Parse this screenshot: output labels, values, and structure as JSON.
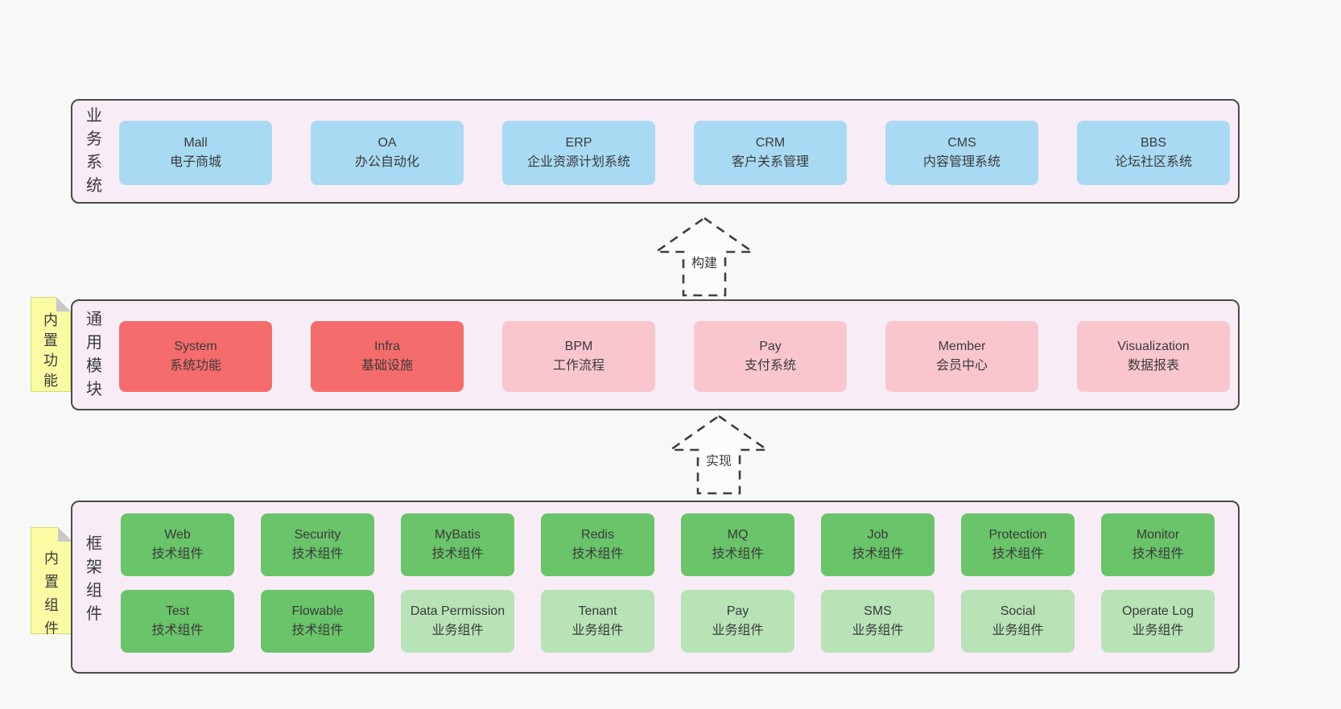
{
  "colors": {
    "background": "#f8f8f8",
    "panel_fill": "#f8edf6",
    "panel_border": "#4a4a4a",
    "blue_box": "#a9daf3",
    "red_box": "#f56c6c",
    "pink_box": "#fac6ce",
    "green_box": "#6ac46a",
    "light_green_box": "#b7e3b7",
    "tag_yellow": "#fbfba4",
    "tag_fold": "#c9c9c9",
    "text": "#3a3a3a"
  },
  "arrows": [
    {
      "label": "构建"
    },
    {
      "label": "实现"
    }
  ],
  "layers": [
    {
      "label": "业务系统",
      "boxes": [
        {
          "en": "Mall",
          "zh": "电子商城"
        },
        {
          "en": "OA",
          "zh": "办公自动化"
        },
        {
          "en": "ERP",
          "zh": "企业资源计划系统"
        },
        {
          "en": "CRM",
          "zh": "客户关系管理"
        },
        {
          "en": "CMS",
          "zh": "内容管理系统"
        },
        {
          "en": "BBS",
          "zh": "论坛社区系统"
        }
      ]
    },
    {
      "label": "通用模块",
      "tag": "内置功能",
      "boxes": [
        {
          "en": "System",
          "zh": "系统功能"
        },
        {
          "en": "Infra",
          "zh": "基础设施"
        },
        {
          "en": "BPM",
          "zh": "工作流程"
        },
        {
          "en": "Pay",
          "zh": "支付系统"
        },
        {
          "en": "Member",
          "zh": "会员中心"
        },
        {
          "en": "Visualization",
          "zh": "数据报表"
        }
      ]
    },
    {
      "label": "框架组件",
      "tag": "内置组件",
      "rows": [
        [
          {
            "en": "Web",
            "zh": "技术组件"
          },
          {
            "en": "Security",
            "zh": "技术组件"
          },
          {
            "en": "MyBatis",
            "zh": "技术组件"
          },
          {
            "en": "Redis",
            "zh": "技术组件"
          },
          {
            "en": "MQ",
            "zh": "技术组件"
          },
          {
            "en": "Job",
            "zh": "技术组件"
          },
          {
            "en": "Protection",
            "zh": "技术组件"
          },
          {
            "en": "Monitor",
            "zh": "技术组件"
          }
        ],
        [
          {
            "en": "Test",
            "zh": "技术组件"
          },
          {
            "en": "Flowable",
            "zh": "技术组件"
          },
          {
            "en": "Data Permission",
            "zh": "业务组件"
          },
          {
            "en": "Tenant",
            "zh": "业务组件"
          },
          {
            "en": "Pay",
            "zh": "业务组件"
          },
          {
            "en": "SMS",
            "zh": "业务组件"
          },
          {
            "en": "Social",
            "zh": "业务组件"
          },
          {
            "en": "Operate Log",
            "zh": "业务组件"
          }
        ]
      ]
    }
  ]
}
